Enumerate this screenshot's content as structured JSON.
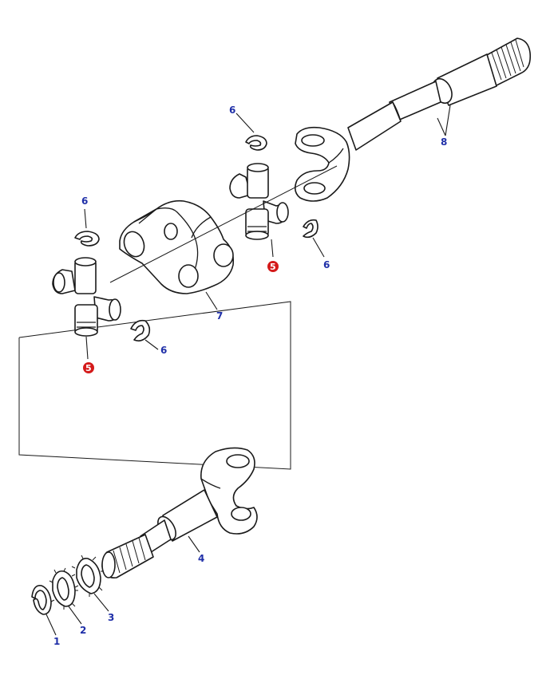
{
  "colors": {
    "callout_text": "#1f2fa8",
    "highlight_badge": "#d41a1a",
    "line": "#1a1a1a"
  },
  "callouts": {
    "c1": "1",
    "c2": "2",
    "c3": "3",
    "c4": "4",
    "c5a": "5",
    "c5b": "5",
    "c6a": "6",
    "c6b": "6",
    "c6c": "6",
    "c6d": "6",
    "c7": "7",
    "c8": "8"
  }
}
